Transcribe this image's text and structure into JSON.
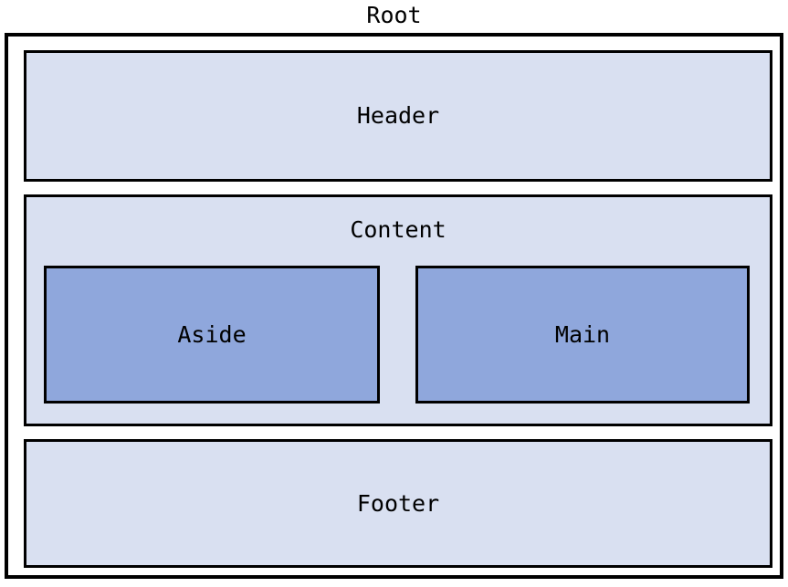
{
  "diagram": {
    "root_label": "Root",
    "header_label": "Header",
    "content_label": "Content",
    "aside_label": "Aside",
    "main_label": "Main",
    "footer_label": "Footer",
    "colors": {
      "outer_fill": "#ffffff",
      "section_fill": "#d9e0f1",
      "leaf_fill": "#8fa7dc",
      "border": "#000000",
      "text": "#000000"
    }
  }
}
